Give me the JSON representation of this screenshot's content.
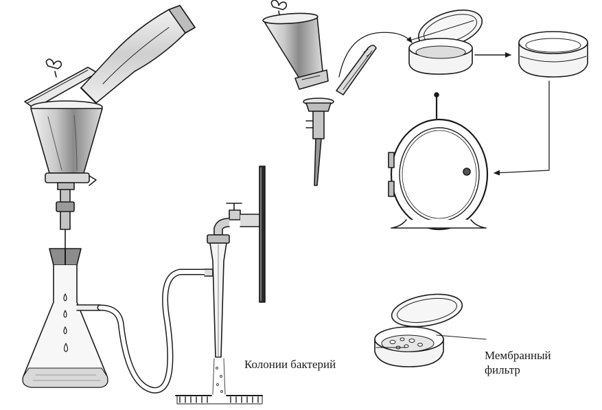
{
  "labels": {
    "colonies": "Колонии бактерий",
    "membrane_line1": "Мембранный",
    "membrane_line2": "фильтр"
  },
  "colors": {
    "ink": "#1a1a1a",
    "metal_light": "#e6e6e6",
    "metal_mid": "#b5b5b5",
    "metal_dark": "#6f6f6f",
    "glass": "#f7f7f7",
    "water": "#d9d9d9"
  }
}
